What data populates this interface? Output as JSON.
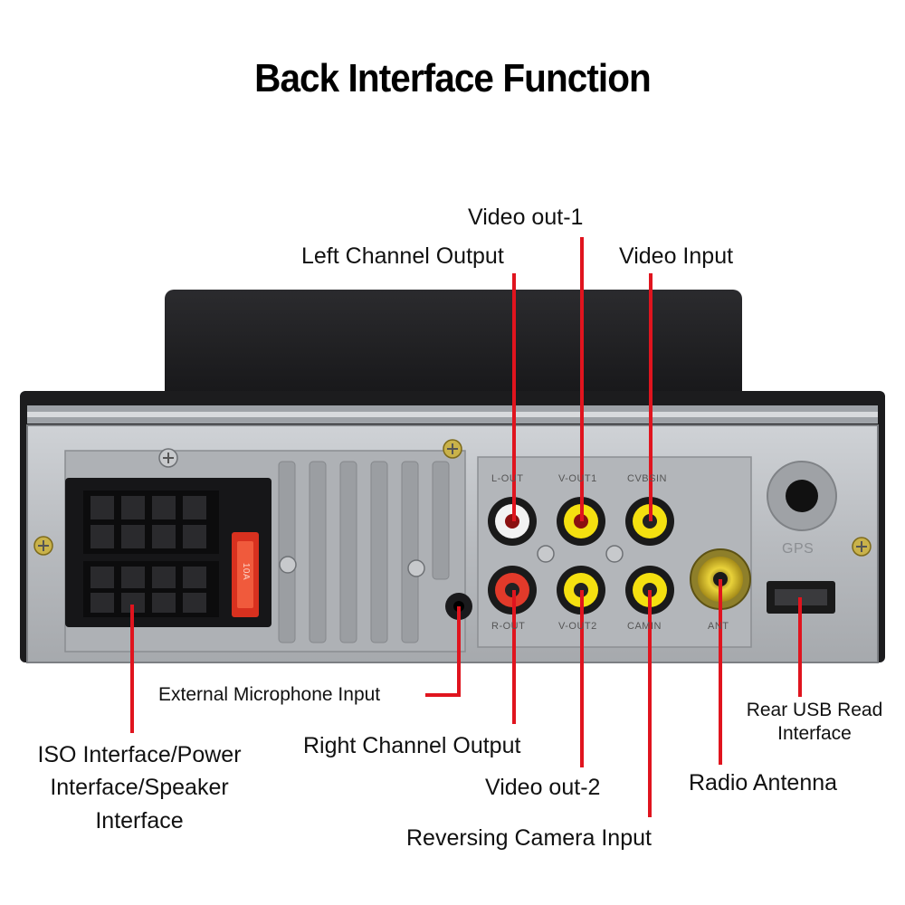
{
  "title": "Back Interface Function",
  "labels": {
    "video_out_1": "Video out-1",
    "left_channel_output": "Left Channel Output",
    "video_input": "Video Input",
    "external_microphone_input": "External Microphone Input",
    "iso_interface_line1": "ISO Interface/Power",
    "iso_interface_line2": "Interface/Speaker",
    "iso_interface_line3": "Interface",
    "right_channel_output": "Right Channel Output",
    "video_out_2": "Video out-2",
    "reversing_camera_input": "Reversing Camera Input",
    "radio_antenna": "Radio Antenna",
    "rear_usb_line1": "Rear USB Read",
    "rear_usb_line2": "Interface"
  },
  "panel_markings": {
    "l_out": "L-OUT",
    "v_out1": "V-OUT1",
    "cvbsin": "CVBSIN",
    "r_out": "R-OUT",
    "v_out2": "V-OUT2",
    "camin": "CAMIN",
    "ant": "ANT",
    "gps": "GPS",
    "fuse": "10A"
  },
  "colors": {
    "pointer": "#e0141e",
    "jack_white": "#f2f2f2",
    "jack_yellow": "#f4e010",
    "jack_red": "#e23a2a",
    "panel": "#b9bcc0",
    "housing": "#1e1e20"
  },
  "icons": [
    "screw-icon",
    "rca-jack-icon",
    "usb-port-icon",
    "gps-port-icon",
    "antenna-jack-icon",
    "iso-connector-icon",
    "microphone-jack-icon"
  ]
}
